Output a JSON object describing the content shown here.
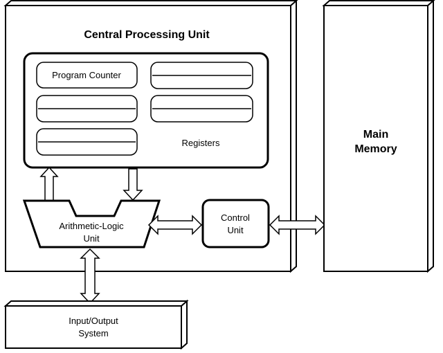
{
  "cpu": {
    "title": "Central Processing Unit"
  },
  "registers": {
    "label": "Registers",
    "program_counter_label": "Program Counter"
  },
  "alu": {
    "line1": "Arithmetic-Logic",
    "line2": "Unit"
  },
  "control_unit": {
    "line1": "Control",
    "line2": "Unit"
  },
  "main_memory": {
    "line1": "Main",
    "line2": "Memory"
  },
  "io_system": {
    "line1": "Input/Output",
    "line2": "System"
  }
}
